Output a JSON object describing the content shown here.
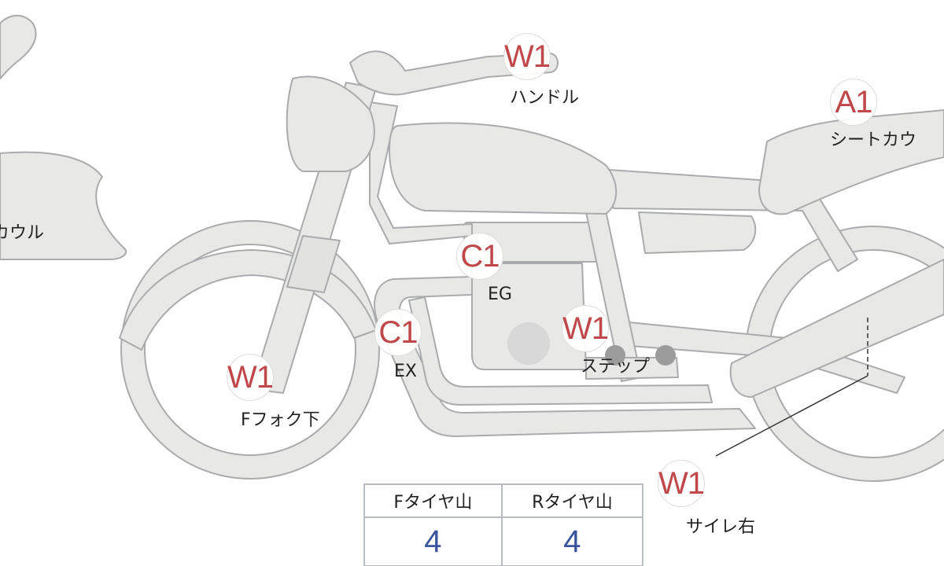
{
  "markers": [
    {
      "code": "W1",
      "label": "ハンドル"
    },
    {
      "code": "A1",
      "label": "シートカウ"
    },
    {
      "code": "C1",
      "label": "EG"
    },
    {
      "code": "C1",
      "label": "EX"
    },
    {
      "code": "W1",
      "label": "ステップ"
    },
    {
      "code": "W1",
      "label": "Fフォク下"
    },
    {
      "code": "W1",
      "label": "サイレ右"
    }
  ],
  "cowl_label": "カウル",
  "tyre_table": {
    "headers": [
      "Fタイヤ山",
      "Rタイヤ山"
    ],
    "values": [
      "4",
      "4"
    ]
  },
  "colors": {
    "marker_text": "#c0484a",
    "value_text": "#3a55a0",
    "part_fill": "#e8e8e6",
    "part_stroke": "#a9abad"
  }
}
